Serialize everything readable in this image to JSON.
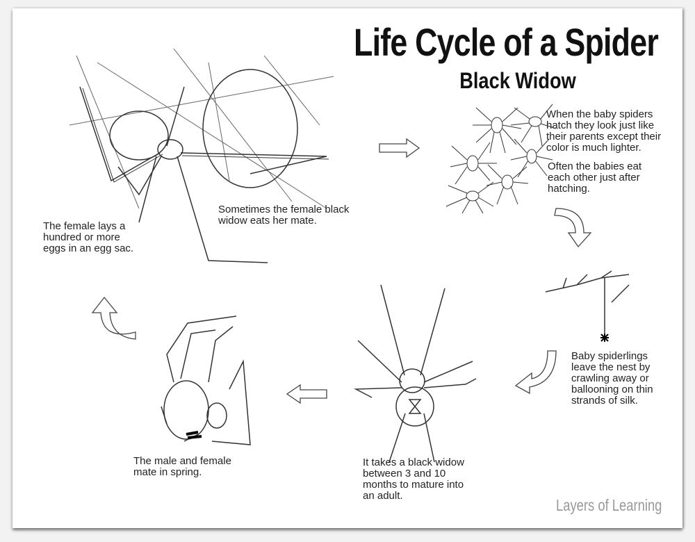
{
  "title": "Life Cycle of a Spider",
  "subtitle": "Black Widow",
  "stages": {
    "hatch": [
      "When the baby spiders",
      "hatch they look just like",
      "their parents except their",
      "color is much lighter."
    ],
    "cannibal": [
      "Often the babies eat",
      "each other just after",
      "hatching."
    ],
    "spiderlings": [
      "Baby spiderlings",
      "leave the nest by",
      "crawling away or",
      "ballooning on thin",
      "strands of silk."
    ],
    "mature": [
      "It takes a black widow",
      "between 3 and 10",
      "months to mature into",
      "an adult."
    ],
    "mate": [
      "The male and female",
      "mate in spring."
    ],
    "eggs": [
      "The female lays a",
      "hundred or more",
      "eggs in an egg sac."
    ],
    "eats_mate": [
      "Sometimes the female black",
      "widow eats her mate."
    ]
  },
  "brand": "Layers of Learning",
  "colors": {
    "ink": "#222222",
    "brand": "#999999"
  }
}
